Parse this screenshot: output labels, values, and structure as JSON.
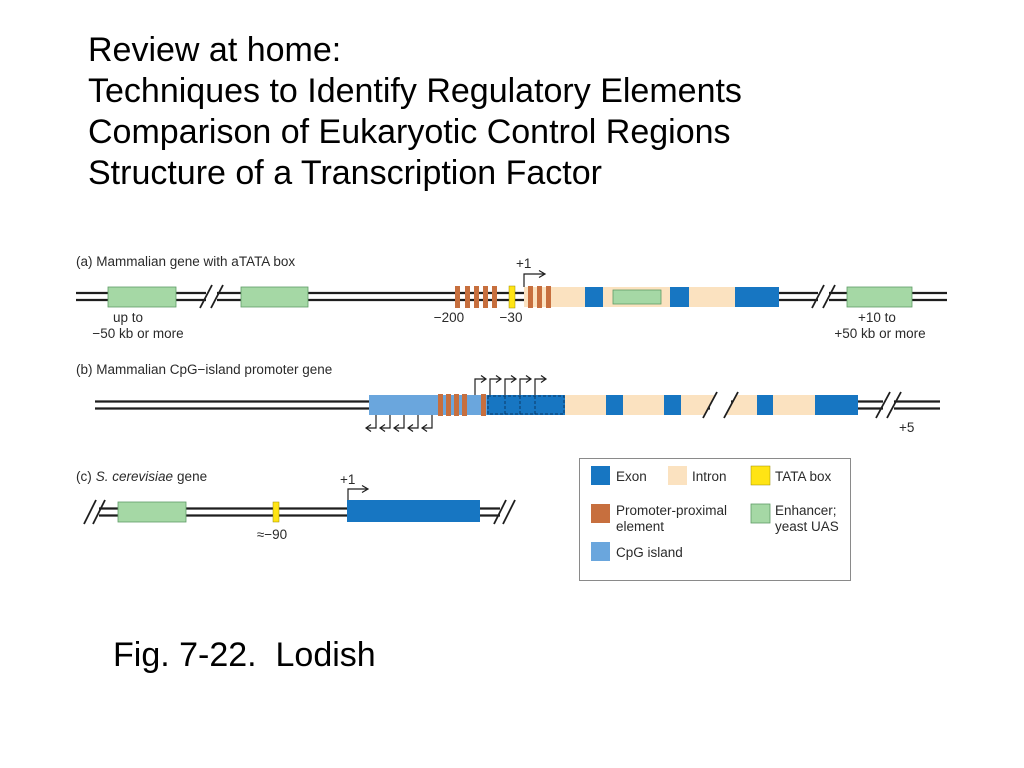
{
  "slide": {
    "title_lines": [
      "Review at home:",
      "Techniques to Identify Regulatory Elements",
      "Comparison of Eukaryotic Control Regions",
      "Structure of a Transcription Factor"
    ],
    "caption": "Fig. 7-22.  Lodish"
  },
  "diagram": {
    "panel_a": {
      "label": "(a) Mammalian gene with aTATA box",
      "start_site": "+1",
      "upstream_enhancer_distance": [
        "up to",
        "−50 kb or more"
      ],
      "promoter_position": "−200",
      "tata_position": "−30",
      "downstream_enhancer_distance": [
        "+10 to",
        "+50 kb or more"
      ]
    },
    "panel_b": {
      "label": "(b) Mammalian CpG−island promoter gene",
      "end_position": "+5"
    },
    "panel_c": {
      "label_prefix": "(c)",
      "label_species": "S. cerevisiae",
      "label_suffix": "gene",
      "start_site": "+1",
      "tata_position": "≈−90"
    },
    "legend": {
      "exon": "Exon",
      "intron": "Intron",
      "tata_box": "TATA box",
      "promoter_proximal": [
        "Promoter-proximal",
        "element"
      ],
      "enhancer": [
        "Enhancer;",
        "yeast UAS"
      ],
      "cpg_island": "CpG island"
    }
  },
  "colors": {
    "exon": "#1776c2",
    "intron": "#fbe2c0",
    "tata_box": "#ffe414",
    "promoter_proximal_element": "#c76f3e",
    "enhancer": "#a5d8a5",
    "cpg_island": "#6aa6dd",
    "dna": "#1e1e1e"
  }
}
